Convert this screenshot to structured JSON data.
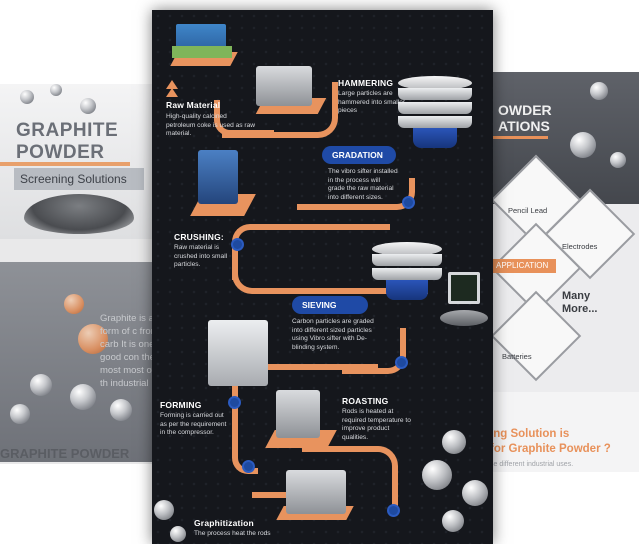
{
  "left_panel": {
    "title_line1": "GRAPHITE",
    "title_line2": "POWDER",
    "subtitle": "Screening Solutions",
    "body_text": "Graphite is a form of c from carb It is one good con the most most of th industrial",
    "bottom_title": "GRAPHITE POWDER"
  },
  "right_panel": {
    "title_line1": "OWDER",
    "title_line2": "ATIONS",
    "items": [
      "Pencil Lead",
      "Electrodes",
      "APPLICATION",
      "Batteries"
    ],
    "many_more_line1": "Many",
    "many_more_line2": "More...",
    "question_line1": "ing Solution is",
    "question_line2": "for Graphite Powder ?",
    "question_sub": "se different industrial uses."
  },
  "infographic": {
    "colors": {
      "path": "#e8935e",
      "node": "#1e4aa0",
      "background": "#15171c",
      "pill": "#1f4aa6"
    },
    "steps": [
      {
        "title": "Raw Material",
        "text": "High-quality calcined petroleum coke is used as raw material."
      },
      {
        "title": "HAMMERING",
        "text": "Large particles are hammered into smaller pieces"
      },
      {
        "title": "GRADATION",
        "text": "The vibro sifter installed in the process will grade the raw material into different sizes."
      },
      {
        "title": "CRUSHING:",
        "text": "Raw material is crushed into small particles."
      },
      {
        "title": "SIEVING",
        "text": "Carbon particles are graded into different sized particles using Vibro sifter with De-blinding system."
      },
      {
        "title": "FORMING",
        "text": "Forming is carried out as per the requirement in the compressor."
      },
      {
        "title": "ROASTING",
        "text": "Rods is heated at required temperature to improve product qualities."
      },
      {
        "title": "Graphitization",
        "text": "The process heat the rods"
      }
    ]
  }
}
